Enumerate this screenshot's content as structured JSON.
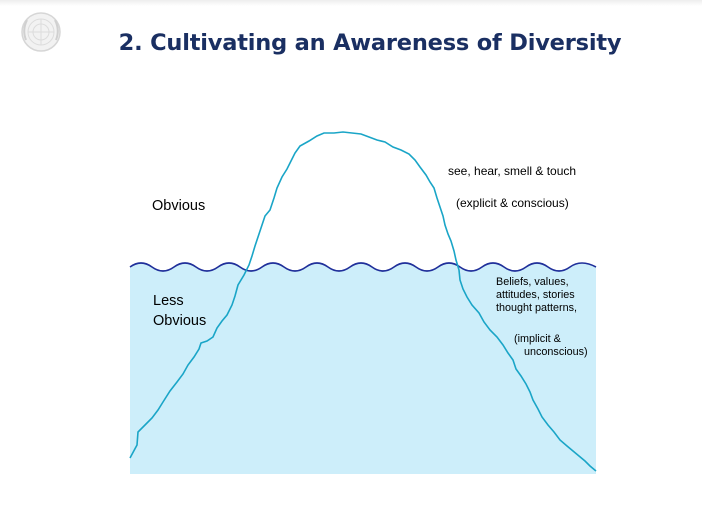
{
  "slide": {
    "title": "2. Cultivating an Awareness of Diversity"
  },
  "logo": {
    "icon": "un-emblem-icon"
  },
  "diagram": {
    "obvious_label": "Obvious",
    "less_obvious_line1": "Less",
    "less_obvious_line2": "Obvious",
    "above_water_senses": "see, hear, smell & touch",
    "above_water_nature": "(explicit & conscious)",
    "below_water_line1": "Beliefs, values,",
    "below_water_line2": "attitudes, stories",
    "below_water_line3": "thought patterns,",
    "below_water_nature_line1": "(implicit &",
    "below_water_nature_line2": "unconscious)",
    "colors": {
      "water": "#cdeefa",
      "iceberg_outline": "#1aa5c7",
      "wave_line": "#1f2f9a",
      "title": "#1a2f62"
    }
  }
}
